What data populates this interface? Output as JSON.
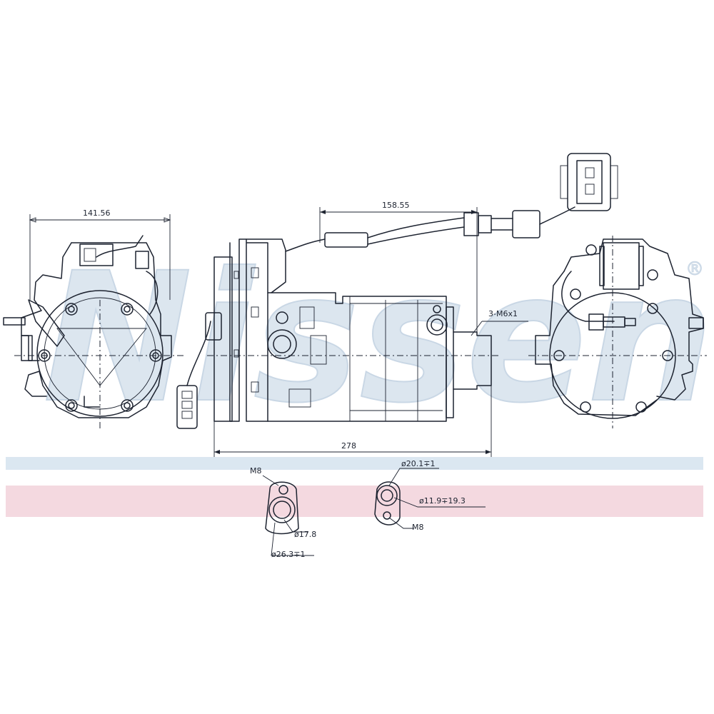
{
  "brand": {
    "watermark": "Nissens",
    "trademark": "®",
    "band_colors": {
      "blue": "#dbe7f1",
      "pink": "#f4d9e0"
    }
  },
  "dimensions": {
    "width_left_view": "141.56",
    "top_span": "158.55",
    "overall_length": "278",
    "mount_holes": "3-M6x1"
  },
  "port_suction": {
    "thread": "M8",
    "bore": "ø17.8",
    "counterbore": "ø26.3∓1"
  },
  "port_discharge": {
    "counterbore": "ø20.1∓1",
    "bore": "ø11.9∓19.3",
    "thread": "M8"
  }
}
